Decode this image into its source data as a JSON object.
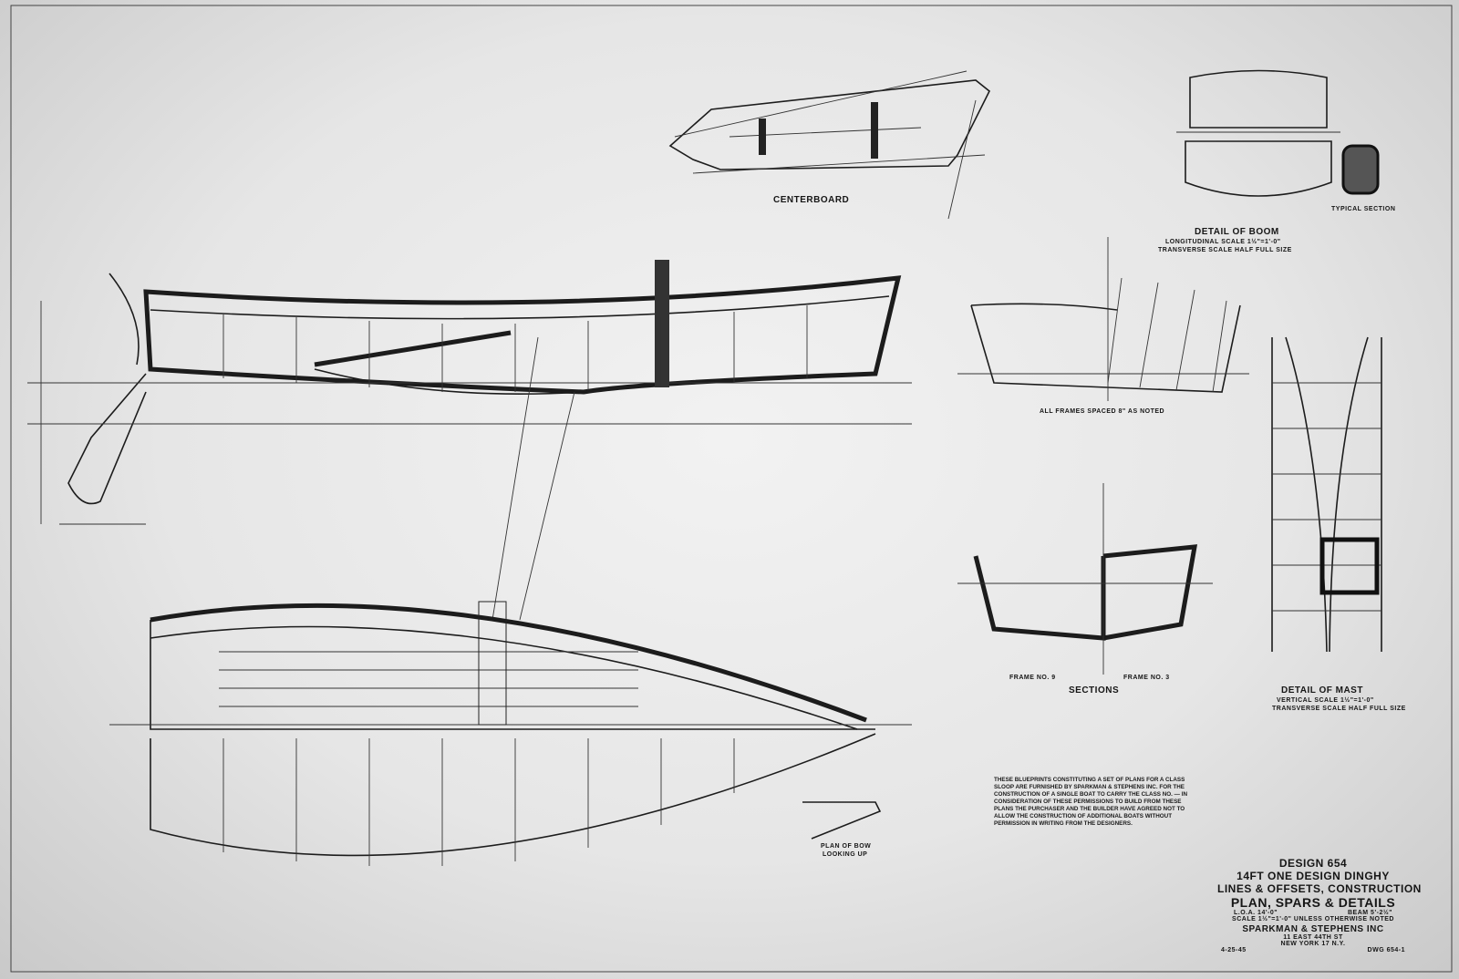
{
  "centerboard": {
    "title": "CENTERBOARD"
  },
  "boom": {
    "title": "DETAIL OF BOOM",
    "scale_longitudinal": "LONGITUDINAL SCALE 1½\"=1'-0\"",
    "scale_transverse": "TRANSVERSE SCALE HALF FULL SIZE",
    "section_label": "TYPICAL SECTION"
  },
  "sections": {
    "title": "SECTIONS",
    "frame_left": "FRAME NO. 9",
    "frame_right": "FRAME NO. 3",
    "frames_note": "ALL FRAMES SPACED 8\" AS NOTED"
  },
  "mast": {
    "title": "DETAIL OF MAST",
    "scale_vertical": "VERTICAL SCALE 1½\"=1'-0\"",
    "scale_transverse": "TRANSVERSE SCALE HALF FULL SIZE"
  },
  "bow_plan": {
    "label_1": "PLAN OF BOW",
    "label_2": "LOOKING UP"
  },
  "note": "These blueprints constituting a set of plans for a class sloop are furnished by Sparkman & Stephens Inc. for the construction of a single boat to carry the class no. — in consideration of these permissions to build from these plans the purchaser and the builder have agreed not to allow the construction of additional boats without permission in writing from the designers.",
  "title_block": {
    "design": "DESIGN 654",
    "boat": "14FT ONE DESIGN DINGHY",
    "line1": "LINES & OFFSETS, CONSTRUCTION",
    "line2": "PLAN, SPARS & DETAILS",
    "loa": "L.O.A. 14'-0\"",
    "beam": "BEAM 5'-2½\"",
    "scale": "SCALE 1½\"=1'-0\" UNLESS OTHERWISE NOTED",
    "firm": "SPARKMAN & STEPHENS INC",
    "address1": "11 EAST 44TH ST",
    "address2": "NEW YORK 17 N.Y.",
    "date": "4-25-45",
    "drawing_no": "DWG 654-1"
  }
}
